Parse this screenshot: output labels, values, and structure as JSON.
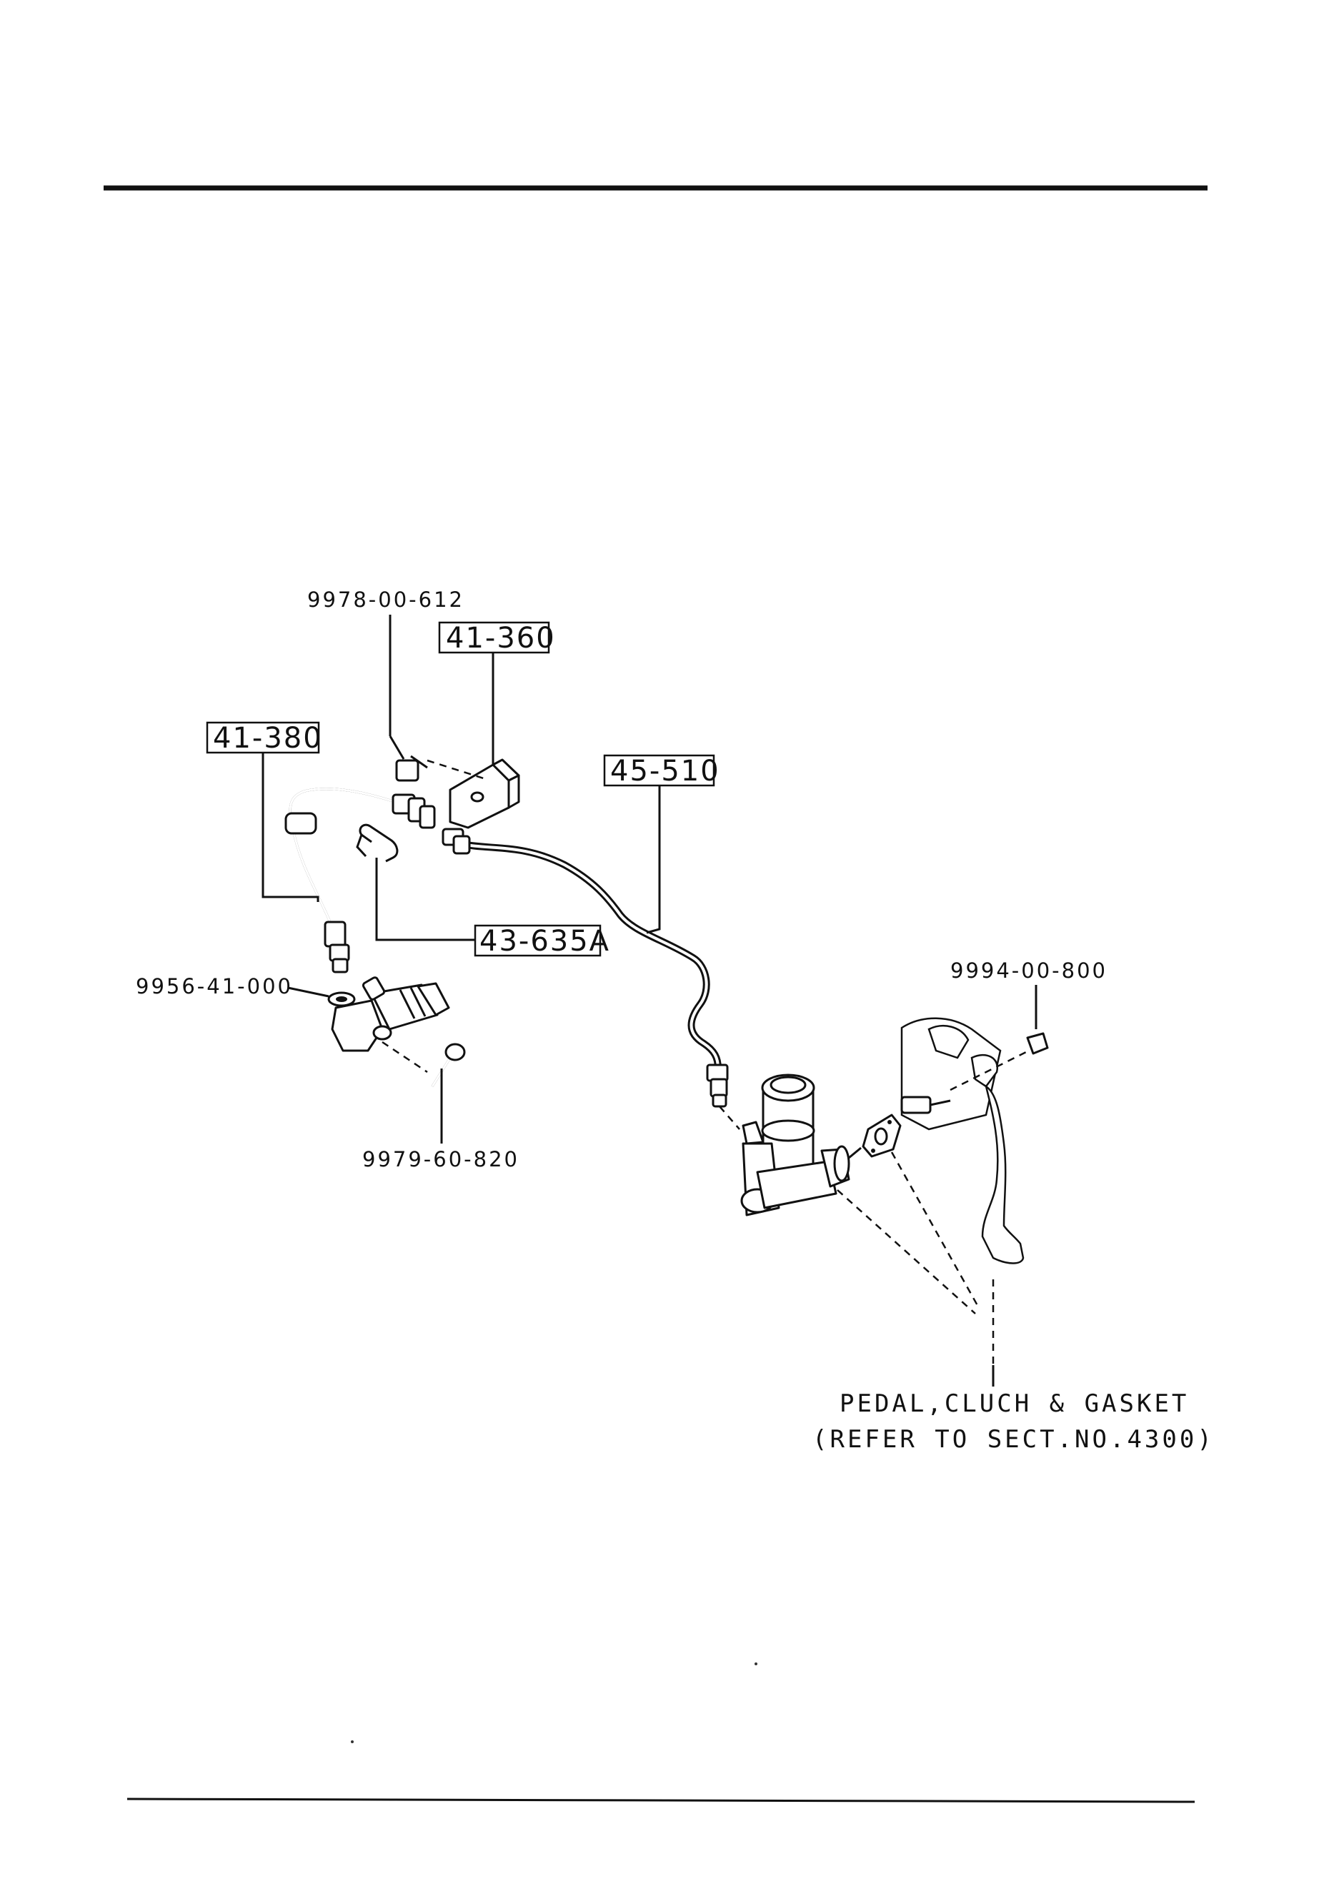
{
  "callouts": {
    "bolt_top": "9978-00-612",
    "bracket": "41-360",
    "hose": "41-380",
    "pipe": "45-510",
    "clip": "43-635A",
    "washer": "9956-41-000",
    "bolt_bottom": "9979-60-820",
    "nut": "9994-00-800"
  },
  "note": {
    "line1": "PEDAL,CLUCH & GASKET",
    "line2": "(REFER TO SECT.NO.4300)"
  }
}
